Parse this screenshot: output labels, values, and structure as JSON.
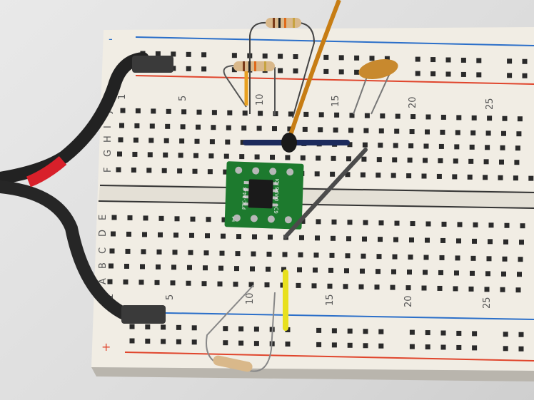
{
  "breadboard": {
    "top_row_labels": [
      "J",
      "I",
      "H",
      "G",
      "F"
    ],
    "bottom_row_labels": [
      "E",
      "D",
      "C",
      "B",
      "A"
    ],
    "top_column_numbers": [
      "1",
      "5",
      "10",
      "15",
      "20",
      "25"
    ],
    "bottom_column_numbers": [
      "1",
      "5",
      "10",
      "15",
      "20",
      "25"
    ],
    "rail_signs": {
      "plus": "+",
      "minus": "-"
    },
    "colors": {
      "board": "#f1ede4",
      "hole": "#2a2a2a",
      "rail_blue": "#2b6fc9",
      "rail_red": "#e0452c",
      "pcb": "#1d7a2e",
      "wire_orange": "#c77d14",
      "wire_yellow": "#e8e01e"
    }
  },
  "pcb": {
    "silkscreen_left": "PTC-24-8",
    "pin1_mark": "1",
    "silkscreen_right": "IC/ 94V-0 ^C9"
  }
}
